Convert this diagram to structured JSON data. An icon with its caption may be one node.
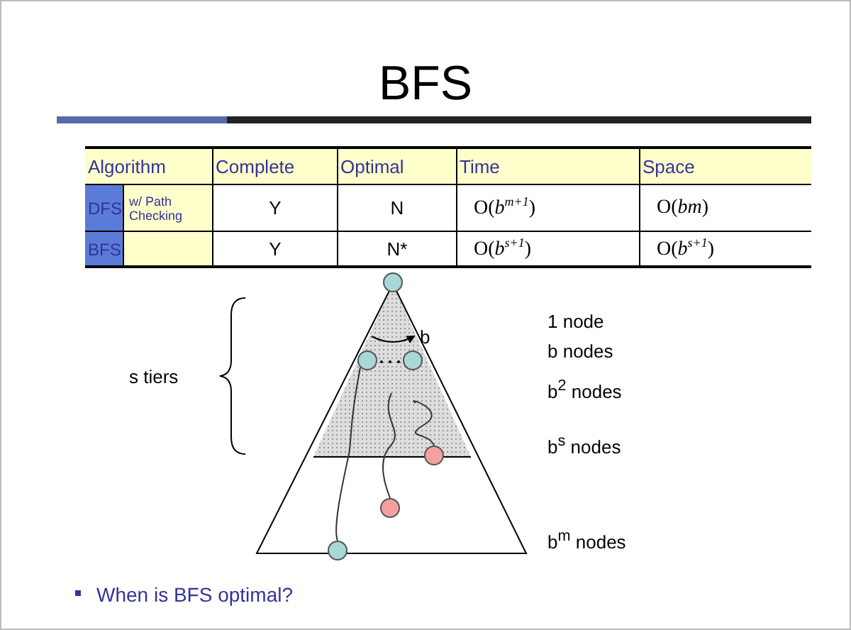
{
  "diagram": {
    "title": "BFS",
    "nodes": [
      {
        "text": [],
        "shape": "circle"
      },
      {
        "text": [],
        "shape": "circle"
      },
      {
        "text": [],
        "shape": "circle"
      },
      {
        "text": [],
        "shape": "circle"
      },
      {
        "text": [],
        "shape": "circle"
      },
      {
        "text": [],
        "shape": "circle"
      }
    ],
    "edges": [
      {
        "from": 1,
        "to": 5,
        "arrow": "none"
      },
      {
        "from": null,
        "to": 4,
        "arrow": "none"
      },
      {
        "from": null,
        "to": 3,
        "arrow": "none"
      }
    ],
    "labels": [
      "Algorithm",
      "Complete",
      "Optimal",
      "Time",
      "Space",
      "DFS",
      "w/ Path Checking",
      "Y",
      "N",
      "O(*b*$^{m+1}$)",
      "O(*bm*)",
      "BFS",
      "Y",
      "N*",
      "O(*b*$^{s+1}$)",
      "O(*b*$^{s+1}$)",
      "s tiers",
      "b",
      "1 node",
      "b nodes",
      "b$^{2}$ nodes",
      "b$^{s}$ nodes",
      "b$^{m}$ nodes",
      "When is BFS optimal?"
    ]
  }
}
